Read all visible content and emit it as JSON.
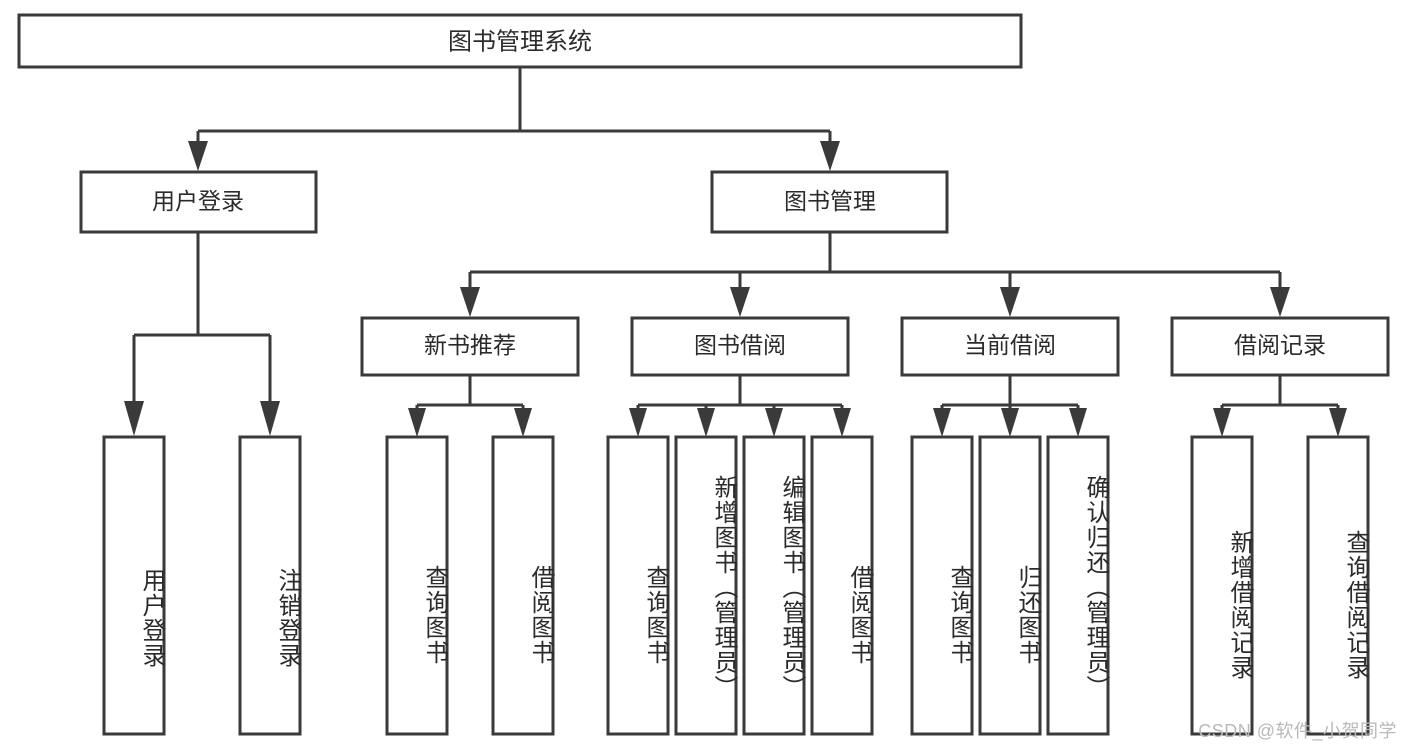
{
  "diagram": {
    "title": "图书管理系统",
    "type": "hierarchy-tree",
    "background_color": "#ffffff",
    "box_stroke_color": "#3a3a3a",
    "text_color": "#2b2b2b",
    "levels": {
      "root": {
        "label": "图书管理系统"
      },
      "level2": [
        {
          "label": "用户登录"
        },
        {
          "label": "图书管理"
        }
      ],
      "level3": [
        {
          "label": "新书推荐"
        },
        {
          "label": "图书借阅"
        },
        {
          "label": "当前借阅"
        },
        {
          "label": "借阅记录"
        }
      ]
    },
    "leaves": {
      "user_login": [
        {
          "label": "用户登录"
        },
        {
          "label": "注销登录"
        }
      ],
      "new_book_recommend": [
        {
          "label": "查询图书"
        },
        {
          "label": "借阅图书"
        }
      ],
      "book_borrow": [
        {
          "label": "查询图书"
        },
        {
          "label": "新增图书（管理员）"
        },
        {
          "label": "编辑图书（管理员）"
        },
        {
          "label": "借阅图书"
        }
      ],
      "current_borrow": [
        {
          "label": "查询图书"
        },
        {
          "label": "归还图书"
        },
        {
          "label": "确认归还（管理员）"
        }
      ],
      "borrow_record": [
        {
          "label": "新增借阅记录"
        },
        {
          "label": "查询借阅记录"
        }
      ]
    },
    "watermark": "CSDN @软件_小贺同学"
  }
}
